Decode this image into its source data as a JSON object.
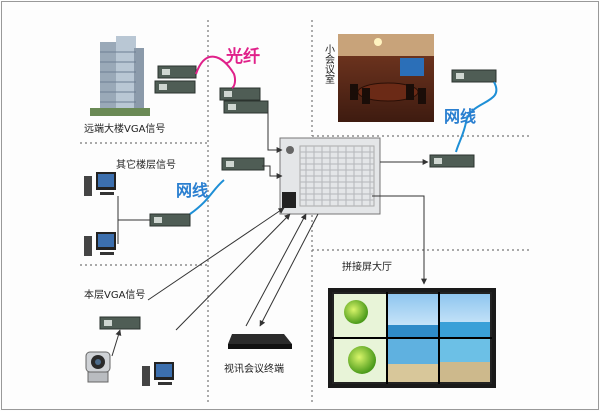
{
  "labels": {
    "fiber": "光纤",
    "network_top": "网线",
    "network_right": "网线",
    "small_meeting_room": "小会议室",
    "remote_building_vga": "远端大楼VGA信号",
    "other_floors": "其它楼层信号",
    "local_vga": "本层VGA信号",
    "splice_hall": "拼接屏大厅",
    "video_conf_terminal": "视讯会议终端"
  },
  "colors": {
    "fiber": "#e0218a",
    "network": "#1e8fd6",
    "accent_text": "#2a7fd0",
    "device_body": "#5a6b62",
    "divider": "#888888"
  },
  "icons": [
    "building-icon",
    "extender-device-icon",
    "matrix-switcher-icon",
    "meeting-room-photo",
    "computer-icon",
    "camera-icon",
    "video-terminal-icon",
    "video-wall-icon"
  ]
}
